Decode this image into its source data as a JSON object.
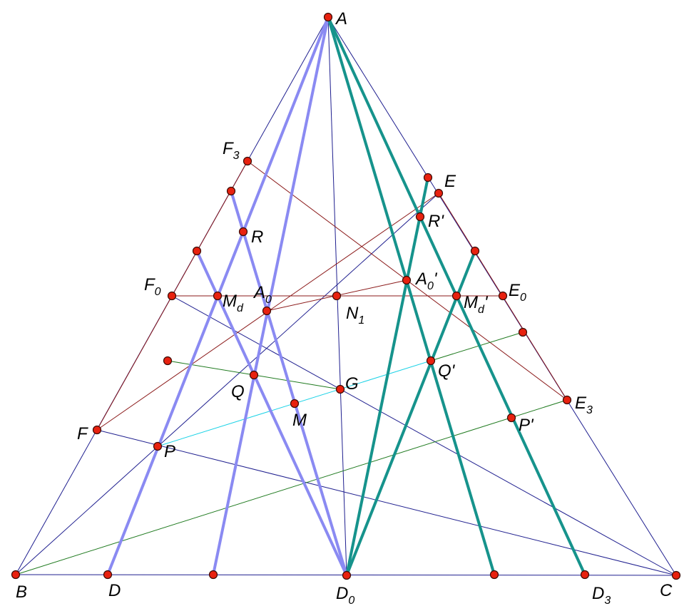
{
  "colors": {
    "navy": "#1f1f8f",
    "maroon": "#8b1a1a",
    "green": "#1f7a1f",
    "cyan": "#19d2e6",
    "violet": "#8a8af2",
    "teal": "#16938c",
    "point": "#e8210f"
  },
  "labels": {
    "A": "A",
    "B": "B",
    "C": "C",
    "D": "D",
    "D0": "D",
    "D0_sub": "0",
    "D3": "D",
    "D3_sub": "3",
    "E": "E",
    "E0": "E",
    "E0_sub": "0",
    "E3": "E",
    "E3_sub": "3",
    "F": "F",
    "F0": "F",
    "F0_sub": "0",
    "F3": "F",
    "F3_sub": "3",
    "R": "R",
    "R_prime": "R'",
    "A0": "A",
    "A0_sub": "0",
    "A0_prime": "A",
    "A0_prime_sub": "0",
    "A0_prime_mark": "'",
    "Md": "M",
    "Md_sub": "d",
    "Md_prime": "M",
    "Md_prime_sub": "d",
    "Md_prime_mark": "'",
    "N1": "N",
    "N1_sub": "1",
    "G": "G",
    "Q": "Q",
    "Q_prime": "Q'",
    "M": "M",
    "P": "P",
    "P_prime": "P'"
  }
}
